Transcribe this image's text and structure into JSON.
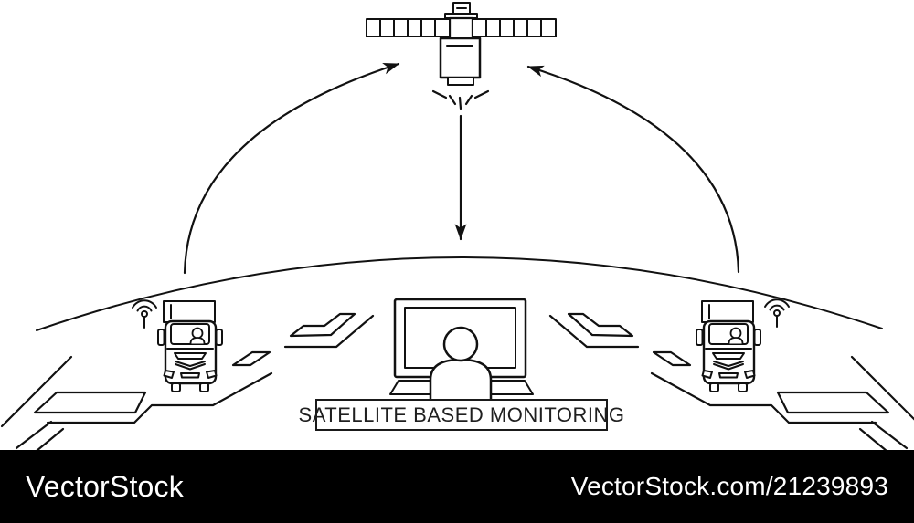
{
  "illustration": {
    "label": "SATELLITE BASED MONITORING",
    "line_color": "#111111",
    "background": "#ffffff",
    "icons": [
      "satellite-icon",
      "signal-beams-icon",
      "uplink-arrow-left",
      "uplink-arrow-right",
      "downlink-arrow",
      "horizon-arc",
      "truck-icon-left",
      "truck-icon-right",
      "wifi-signal-icon-left",
      "wifi-signal-icon-right",
      "operator-monitor-icon",
      "road-decoration-left",
      "road-decoration-right"
    ]
  },
  "watermark_bar": {
    "brand": "VectorStock",
    "credit": "VectorStock.com/21239893",
    "background": "#000000",
    "text_color": "#ffffff"
  }
}
